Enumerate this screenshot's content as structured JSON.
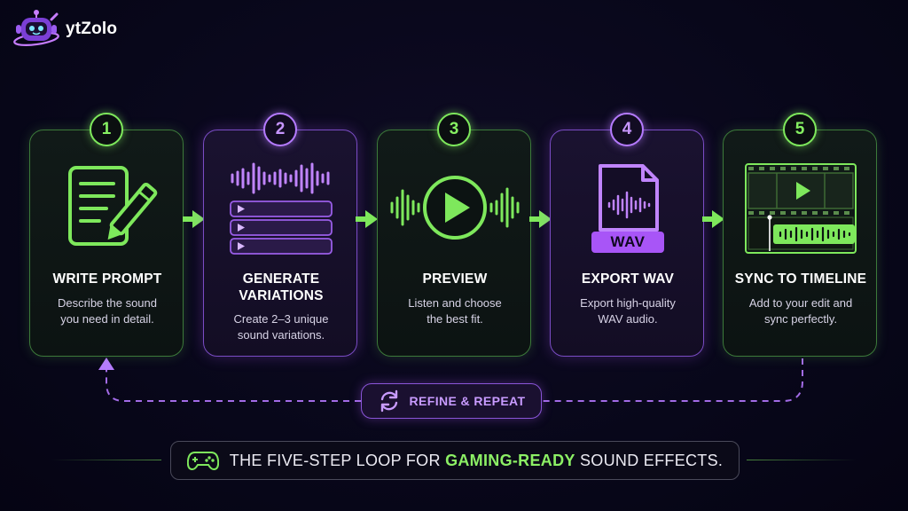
{
  "brand": {
    "name": "ytZolo"
  },
  "steps": [
    {
      "number": "1",
      "title": "WRITE PROMPT",
      "desc": [
        "Describe the sound",
        "you need in detail."
      ],
      "accent": "#7ee85c"
    },
    {
      "number": "2",
      "title_lines": [
        "GENERATE",
        "VARIATIONS"
      ],
      "desc": [
        "Create 2–3 unique",
        "sound variations."
      ],
      "accent": "#b57bff"
    },
    {
      "number": "3",
      "title": "PREVIEW",
      "desc": [
        "Listen and choose",
        "the best fit."
      ],
      "accent": "#7ee85c"
    },
    {
      "number": "4",
      "title": "EXPORT WAV",
      "desc": [
        "Export high-quality",
        "WAV audio."
      ],
      "badge": "WAV",
      "accent": "#b57bff"
    },
    {
      "number": "5",
      "title": "SYNC TO TIMELINE",
      "desc": [
        "Add to your edit and",
        "sync perfectly."
      ],
      "accent": "#7ee85c"
    }
  ],
  "loop": {
    "label": "REFINE & REPEAT"
  },
  "footer": {
    "text_before": "THE FIVE-STEP LOOP FOR ",
    "highlight": "GAMING-READY",
    "text_after": " SOUND EFFECTS."
  },
  "colors": {
    "green": "#7ee85c",
    "purple": "#b57bff",
    "background": "#08071a"
  },
  "icons": [
    "robot-mascot-icon",
    "prompt-document-icon",
    "waveform-icon",
    "play-icon",
    "wav-file-icon",
    "timeline-icon",
    "refresh-icon",
    "gamepad-icon"
  ]
}
